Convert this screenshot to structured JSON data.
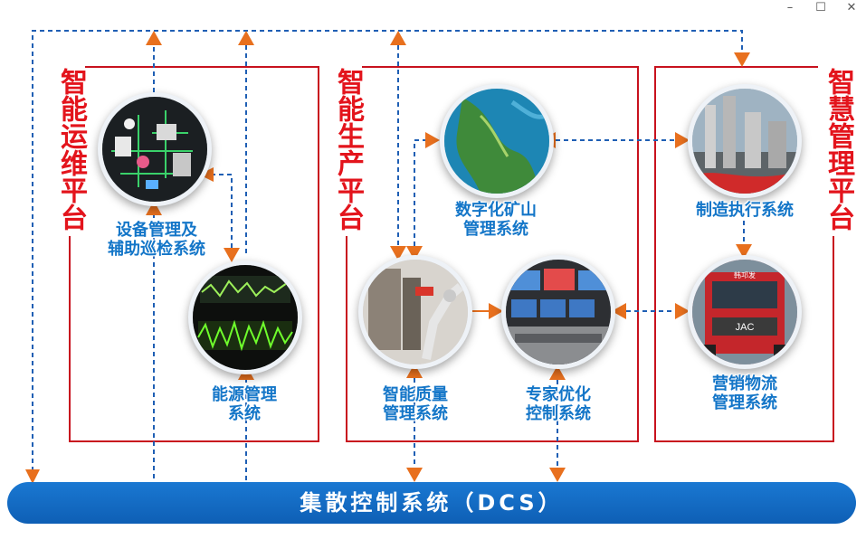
{
  "window": {
    "minimize_glyph": "–",
    "maximize_glyph": "☐",
    "close_glyph": "✕"
  },
  "platforms": {
    "ops": {
      "title": "智能运维平台"
    },
    "production": {
      "title": "智能生产平台"
    },
    "management": {
      "title": "智慧管理平台"
    }
  },
  "systems": {
    "equipment": {
      "line1": "设备管理及",
      "line2": "辅助巡检系统"
    },
    "energy": {
      "line1": "能源管理",
      "line2": "系统"
    },
    "mine": {
      "line1": "数字化矿山",
      "line2": "管理系统"
    },
    "quality": {
      "line1": "智能质量",
      "line2": "管理系统"
    },
    "expert": {
      "line1": "专家优化",
      "line2": "控制系统"
    },
    "mes": {
      "line1": "制造执行系统"
    },
    "logistics": {
      "line1": "营销物流",
      "line2": "管理系统"
    }
  },
  "dcs": {
    "label": "集散控制系统（DCS）"
  },
  "truck": {
    "cab_text": "JAC",
    "plate": "韩邛发"
  },
  "colors": {
    "arrow": "#e8701e",
    "line": "#1f5fb4",
    "frame": "#c8121e",
    "title": "#e3141c",
    "label": "#1476c8"
  }
}
